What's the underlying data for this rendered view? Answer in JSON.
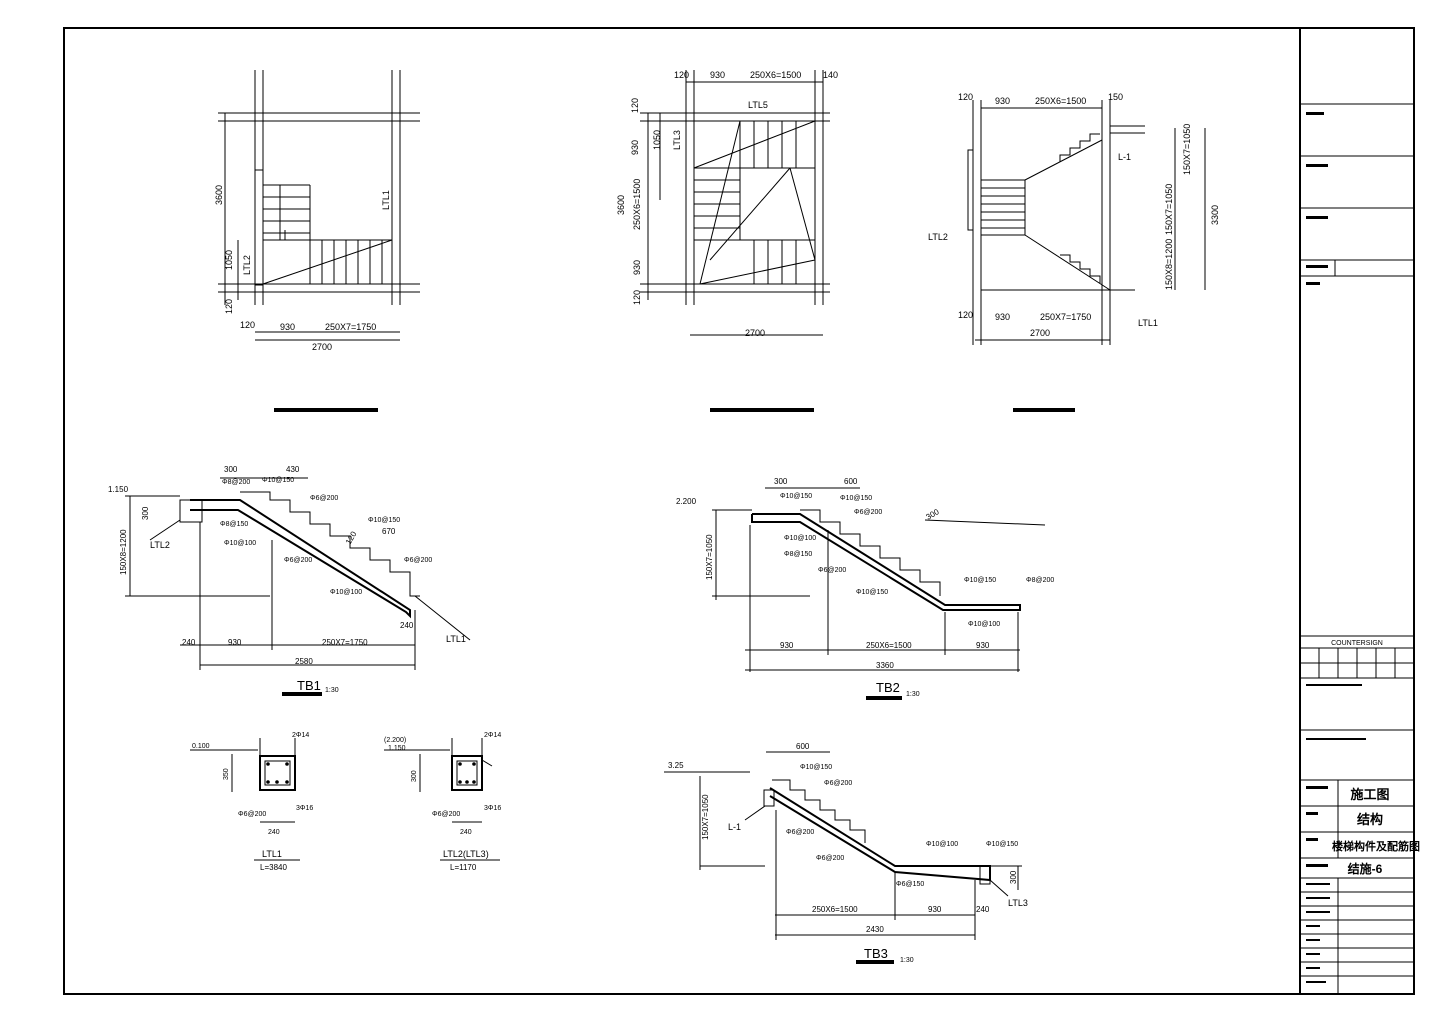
{
  "drawing": {
    "plan_a": {
      "dims": [
        "3600",
        "1050",
        "120",
        "120",
        "930",
        "250X7=1750",
        "2700"
      ],
      "labels": [
        "LTL1",
        "LTL2"
      ]
    },
    "plan_b": {
      "dims": [
        "120",
        "930",
        "250X6=1500",
        "140",
        "120",
        "930",
        "1050",
        "3600",
        "250X6=1500",
        "930",
        "120",
        "2700"
      ],
      "labels": [
        "LTL5",
        "LTL3"
      ]
    },
    "plan_c": {
      "dims": [
        "120",
        "930",
        "250X6=1500",
        "150",
        "150X7=1050",
        "150X7=1050",
        "3300",
        "150X8=1200",
        "120",
        "930",
        "250X7=1750",
        "2700"
      ],
      "labels": [
        "L-1",
        "LTL2",
        "LTL1"
      ]
    },
    "tb1": {
      "title": "TB1",
      "scale": "1:30",
      "level": "1.150",
      "dims": [
        "300",
        "430",
        "300",
        "150X8=1200",
        "670",
        "120",
        "240",
        "930",
        "250X7=1750",
        "240",
        "2580"
      ],
      "rebar": [
        "Φ8@200",
        "Φ10@150",
        "Φ6@200",
        "Φ8@150",
        "Φ10@100",
        "Φ10@150",
        "Φ6@200",
        "Φ6@200",
        "Φ10@100"
      ],
      "labels": [
        "LTL2",
        "LTL1"
      ]
    },
    "tb2": {
      "title": "TB2",
      "scale": "1:30",
      "level": "2.200",
      "dims": [
        "300",
        "600",
        "150X7=1050",
        "930",
        "250X6=1500",
        "930",
        "3360",
        "300"
      ],
      "rebar": [
        "Φ10@150",
        "Φ10@150",
        "Φ6@200",
        "Φ10@100",
        "Φ8@150",
        "Φ6@200",
        "Φ10@150",
        "Φ10@150",
        "Φ8@200",
        "Φ10@100"
      ]
    },
    "tb3": {
      "title": "TB3",
      "scale": "1:30",
      "level": "3.25",
      "dims": [
        "600",
        "150X7=1050",
        "250X6=1500",
        "930",
        "240",
        "2430",
        "300"
      ],
      "rebar": [
        "Φ10@150",
        "Φ6@200",
        "Φ6@200",
        "Φ10@100",
        "Φ6@200",
        "Φ6@150",
        "Φ10@150"
      ],
      "labels": [
        "L-1",
        "LTL3"
      ]
    },
    "sec_ltl1": {
      "title": "LTL1",
      "length": "L=3840",
      "level": "0.100",
      "dims": [
        "350",
        "240"
      ],
      "rebar": [
        "2Φ14",
        "Φ6@200",
        "3Φ16"
      ]
    },
    "sec_ltl2": {
      "title": "LTL2(LTL3)",
      "length": "L=1170",
      "level_a": "(2.200)",
      "level_b": "1.150",
      "dims": [
        "300",
        "240"
      ],
      "rebar": [
        "2Φ14",
        "Φ6@200",
        "3Φ16"
      ]
    }
  },
  "titleblock": {
    "company": "COUNTERSIGN",
    "stage": "施工图",
    "discipline": "结构",
    "drawing_name": "楼梯构件及配筋图",
    "drawing_no": "结施-6"
  }
}
